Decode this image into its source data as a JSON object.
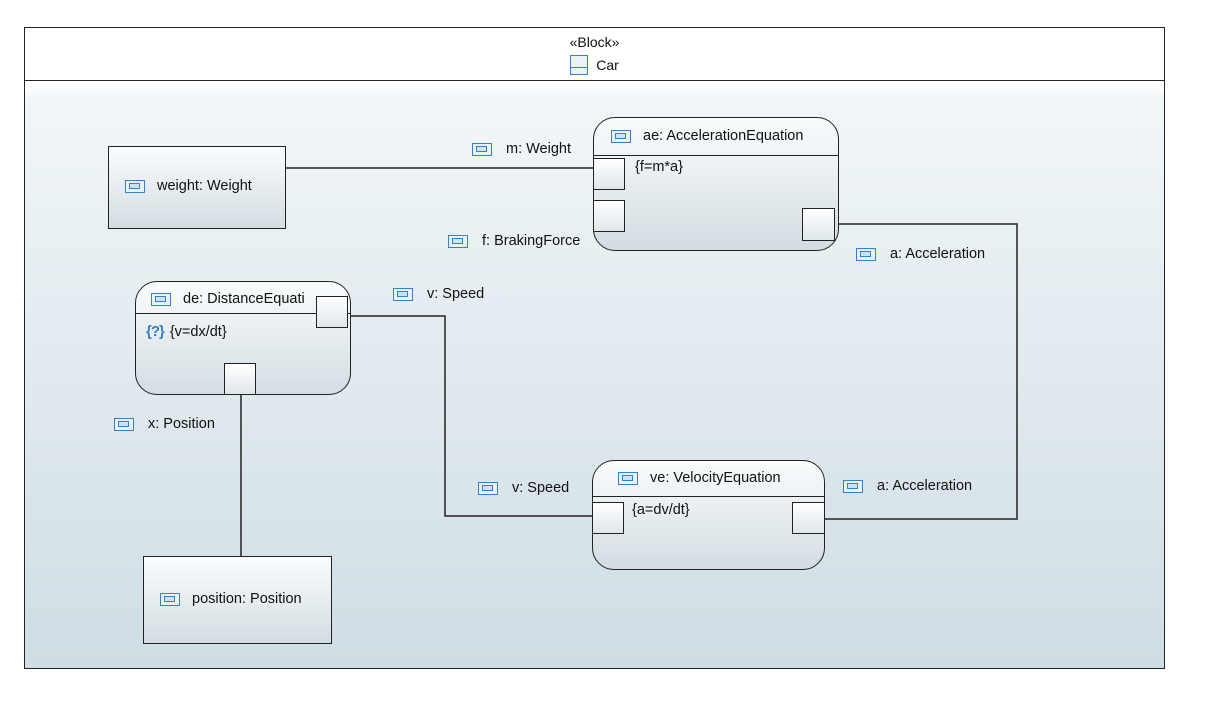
{
  "frame": {
    "stereotype": "«Block»",
    "name": "Car"
  },
  "blocks": {
    "weight": {
      "label": "weight: Weight"
    },
    "position": {
      "label": "position: Position"
    }
  },
  "constraints": {
    "ae": {
      "title": "ae: AccelerationEquation",
      "equation": "{f=m*a}"
    },
    "de": {
      "title": "de: DistanceEquati",
      "equation": "{v=dx/dt}",
      "unknown_icon": "{?}"
    },
    "ve": {
      "title": "ve: VelocityEquation",
      "equation": "{a=dv/dt}"
    }
  },
  "connector_labels": {
    "m_weight": "m: Weight",
    "f_braking": "f: BrakingForce",
    "a_accel_top": "a: Acceleration",
    "v_speed_top": "v: Speed",
    "x_position": "x: Position",
    "v_speed_bottom": "v: Speed",
    "a_accel_bottom": "a: Acceleration"
  },
  "icons": {
    "part": "part-property-icon",
    "block": "block-icon"
  },
  "colors": {
    "icon_blue": "#3a7fc4"
  }
}
